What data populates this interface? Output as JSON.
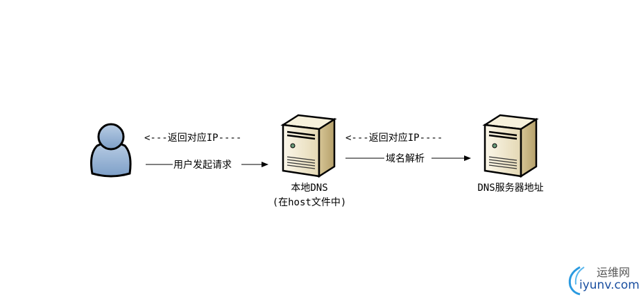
{
  "nodes": {
    "user": {
      "icon": "user-icon"
    },
    "local_dns": {
      "icon": "server-icon",
      "label": "本地DNS",
      "sublabel": "(在host文件中)"
    },
    "dns_server": {
      "icon": "server-icon",
      "label": "DNS服务器地址"
    }
  },
  "edges": {
    "user_to_local_request": "用户发起请求",
    "local_to_user_return": "<---返回对应IP----",
    "local_to_server_resolve": "域名解析",
    "server_to_local_return": "<---返回对应IP----"
  },
  "watermark": {
    "name": "运维网",
    "domain": "iyunv.com"
  },
  "colors": {
    "person": "#8fb0d4",
    "server": "#efe6cc",
    "watermark": "#1a4fa0"
  }
}
